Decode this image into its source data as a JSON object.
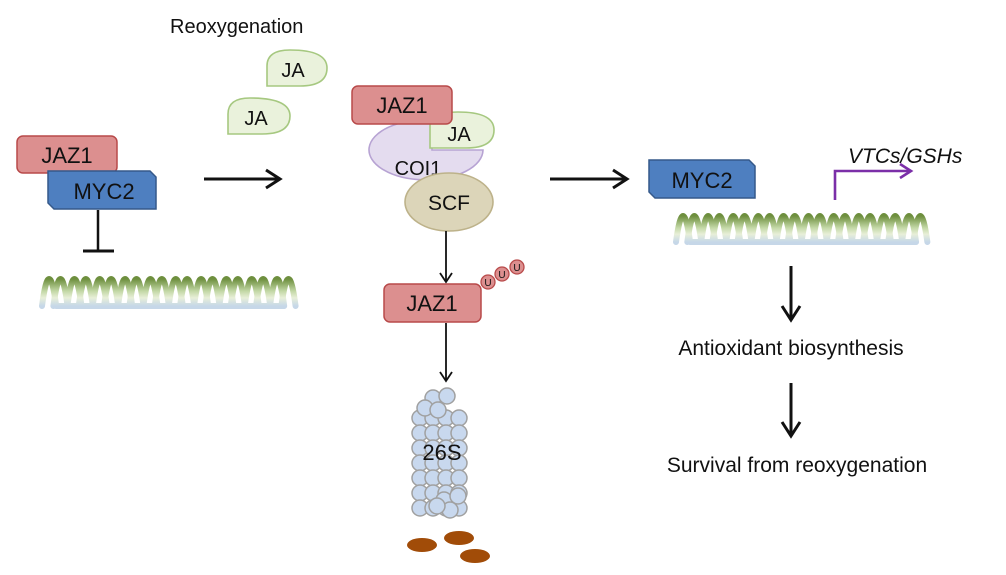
{
  "labels": {
    "reoxygenation": "Reoxygenation",
    "ja": "JA",
    "jaz1": "JAZ1",
    "myc2": "MYC2",
    "coi1": "COI1",
    "scf": "SCF",
    "ubiquitin": "U",
    "proteasome": "26S",
    "target_genes": "VTCs/GSHs",
    "antioxidant": "Antioxidant biosynthesis",
    "survival": "Survival from reoxygenation"
  },
  "colors": {
    "jaz1_fill": "#dc8f8f",
    "jaz1_stroke": "#b84a4a",
    "myc2_fill": "#4e7fc0",
    "myc2_stroke": "#35598a",
    "ja_fill": "#eaf2dc",
    "ja_stroke": "#a6c880",
    "coi1_fill": "#e4dcef",
    "coi1_stroke": "#b7a3d3",
    "scf_fill": "#dcd5b9",
    "scf_stroke": "#bdb28a",
    "proteasome_fill": "#c8d8ee",
    "proteasome_stroke": "#a0a0a0",
    "fragment_fill": "#a14c08",
    "promoter_arrow": "#7b2fa8",
    "dna_dark": "#6e8f3e",
    "dna_light": "#c3d8a6",
    "dna_blue": "#c6d7e8"
  }
}
